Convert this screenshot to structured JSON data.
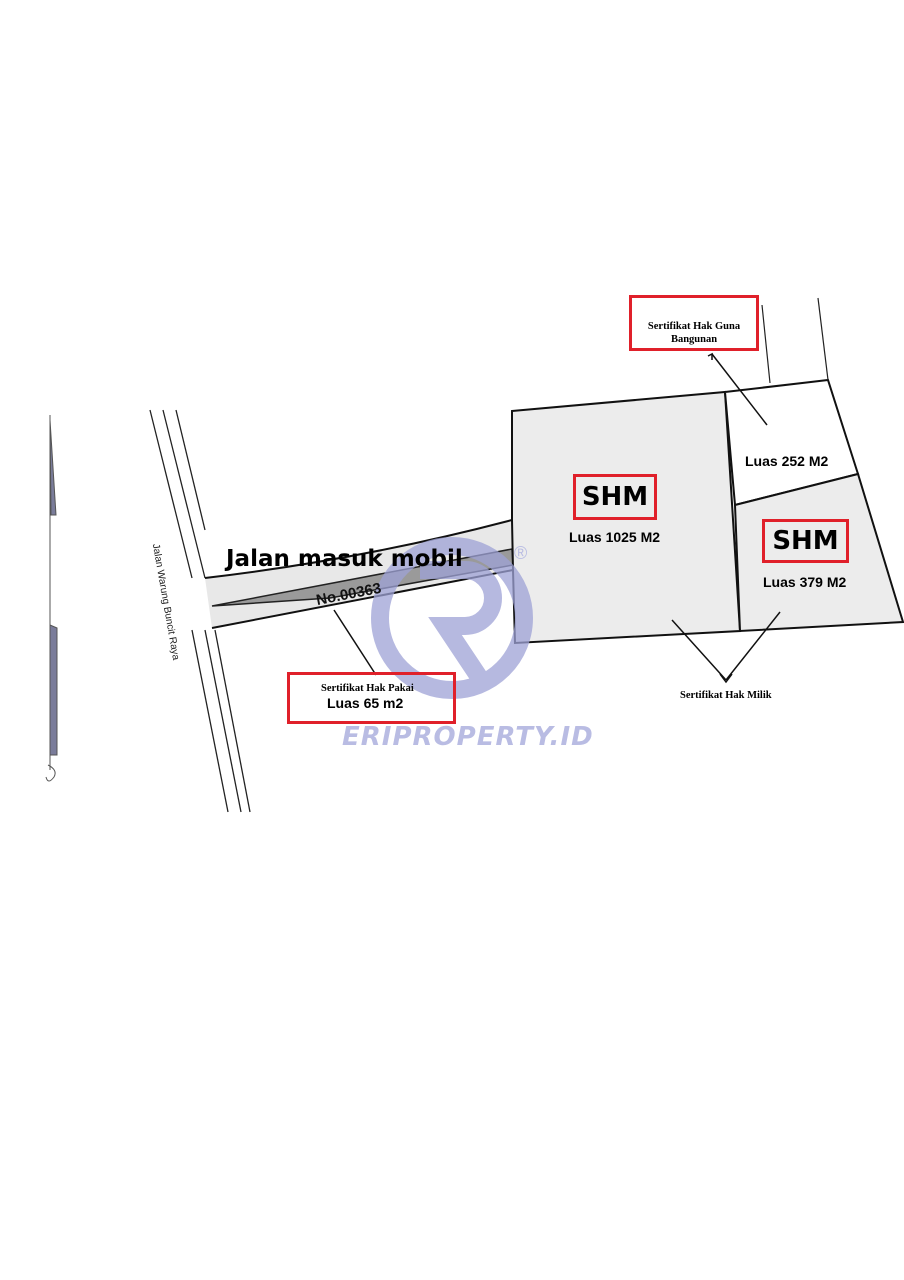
{
  "street_name": "Jalan Warung Buncit Raya",
  "access_road": {
    "label": "Jalan masuk mobil",
    "number": "No.00363"
  },
  "parcels": [
    {
      "badge": "SHM",
      "area": "Luas 1025 M2"
    },
    {
      "area": "Luas 252 M2"
    },
    {
      "badge": "SHM",
      "area": "Luas 379 M2"
    }
  ],
  "callouts": {
    "hgb_line1": "Sertifikat Hak Guna",
    "hgb_line2": "Bangunan",
    "hak_pakai": "Sertifikat Hak Pakai",
    "hak_pakai_area": "Luas 65 m2",
    "hak_milik": "Sertifikat Hak Milik"
  },
  "watermark": {
    "text": "ERIPROPERTY.ID",
    "mark": "®"
  },
  "colors": {
    "highlight": "#e0202a",
    "parcel_fill": "#ececec",
    "watermark": "#9ea2d6"
  }
}
